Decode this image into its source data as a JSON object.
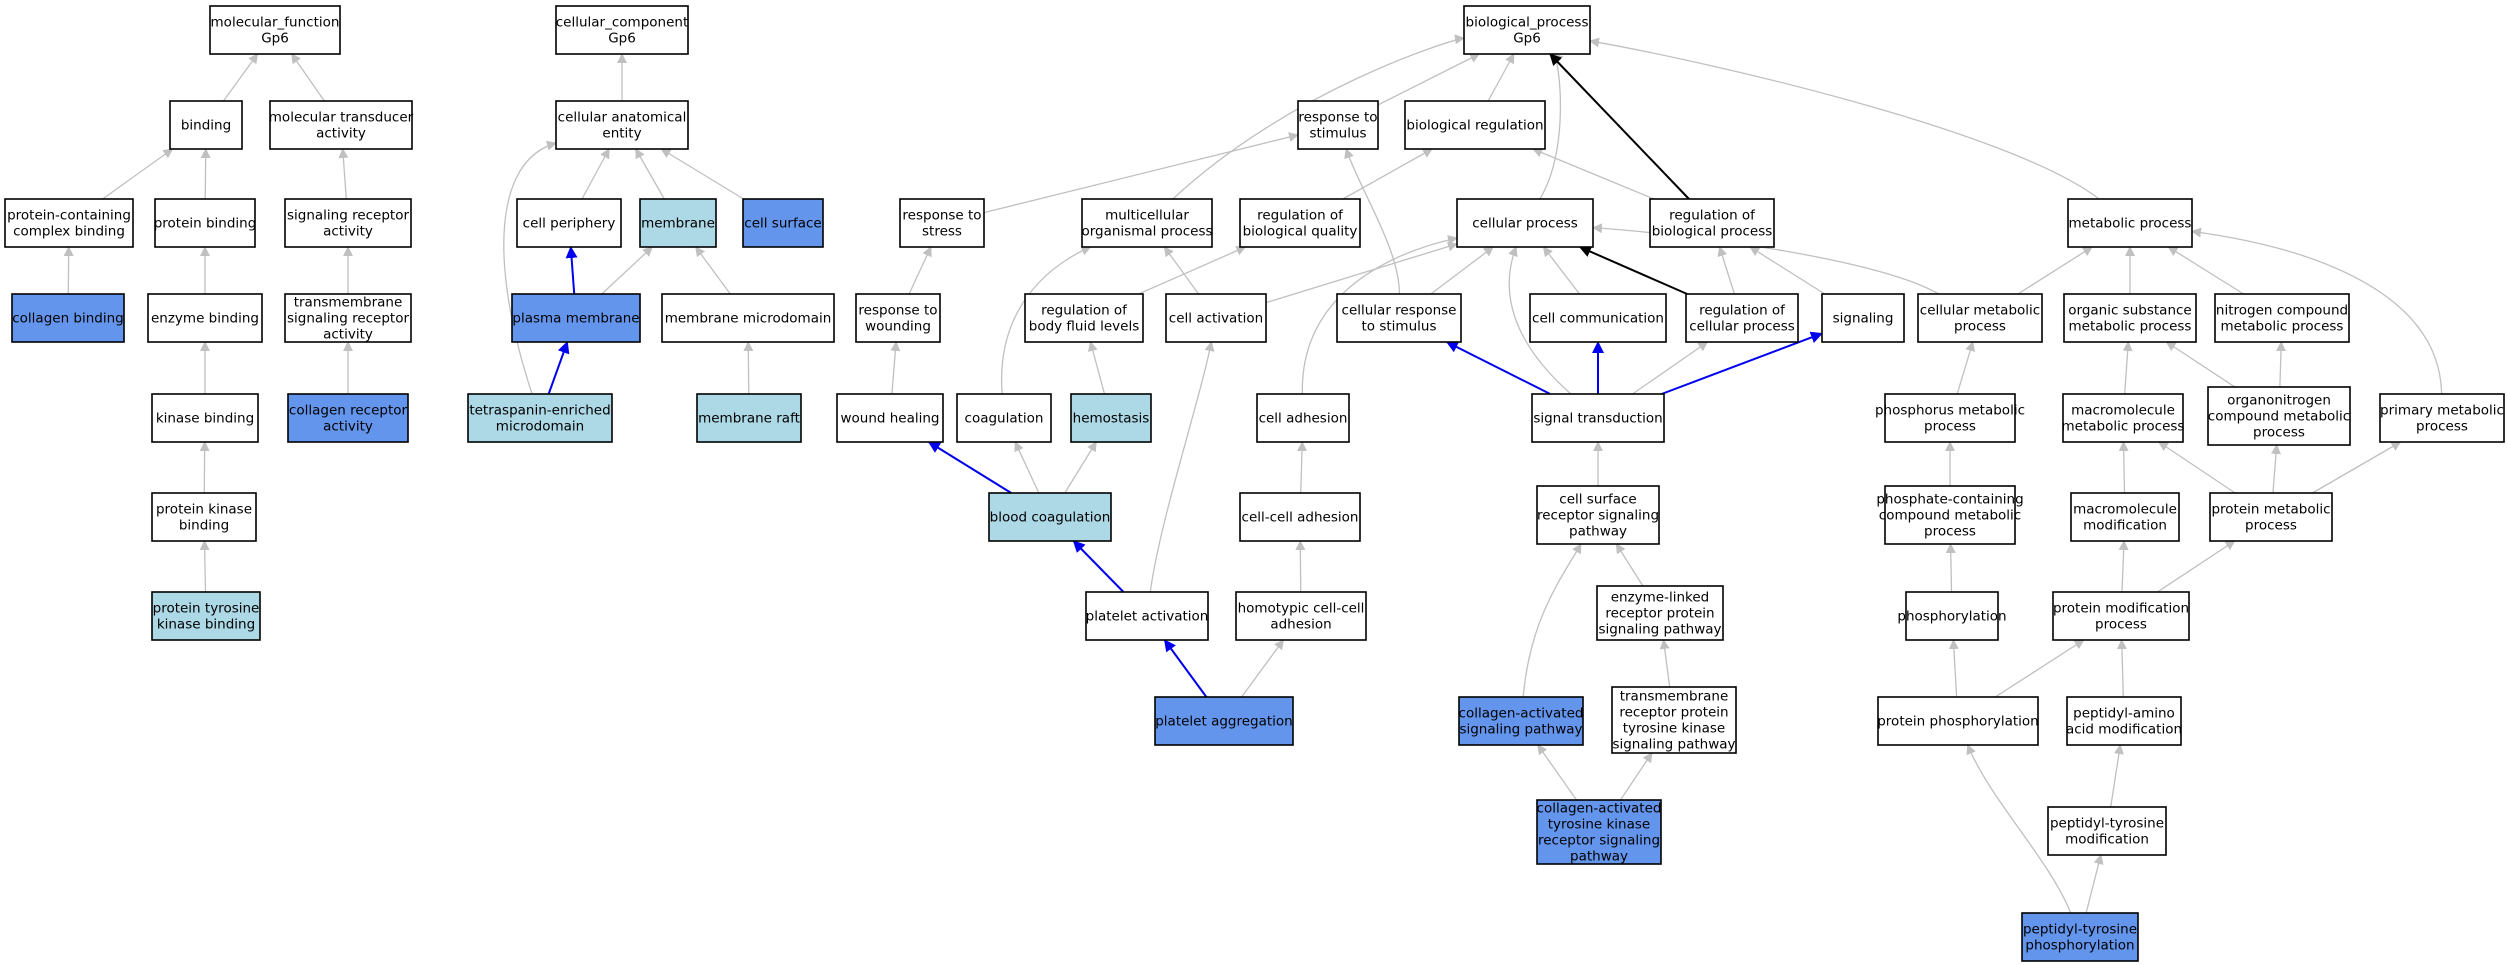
{
  "colors": {
    "white": "#ffffff",
    "light": "#add8e6",
    "blue": "#6495ed",
    "edge_grey": "#c0c0c0",
    "edge_blue": "#0000ee",
    "edge_black": "#000000"
  },
  "nodes": [
    {
      "id": "mf",
      "lines": [
        "molecular_function",
        "Gp6"
      ],
      "fill": "white"
    },
    {
      "id": "binding",
      "lines": [
        "binding"
      ],
      "fill": "white"
    },
    {
      "id": "mtrans",
      "lines": [
        "molecular transducer",
        "activity"
      ],
      "fill": "white"
    },
    {
      "id": "pcbind",
      "lines": [
        "protein-containing",
        "complex binding"
      ],
      "fill": "white"
    },
    {
      "id": "pbind",
      "lines": [
        "protein binding"
      ],
      "fill": "white"
    },
    {
      "id": "sigrec",
      "lines": [
        "signaling receptor",
        "activity"
      ],
      "fill": "white"
    },
    {
      "id": "colbind",
      "lines": [
        "collagen binding"
      ],
      "fill": "blue"
    },
    {
      "id": "enzbind",
      "lines": [
        "enzyme binding"
      ],
      "fill": "white"
    },
    {
      "id": "tmsig",
      "lines": [
        "transmembrane",
        "signaling receptor",
        "activity"
      ],
      "fill": "white"
    },
    {
      "id": "kinbind",
      "lines": [
        "kinase binding"
      ],
      "fill": "white"
    },
    {
      "id": "colrec",
      "lines": [
        "collagen receptor",
        "activity"
      ],
      "fill": "blue"
    },
    {
      "id": "pkbind",
      "lines": [
        "protein kinase",
        "binding"
      ],
      "fill": "white"
    },
    {
      "id": "ptkbind",
      "lines": [
        "protein tyrosine",
        "kinase binding"
      ],
      "fill": "light"
    },
    {
      "id": "cc",
      "lines": [
        "cellular_component",
        "Gp6"
      ],
      "fill": "white"
    },
    {
      "id": "cae",
      "lines": [
        "cellular anatomical",
        "entity"
      ],
      "fill": "white"
    },
    {
      "id": "cperiph",
      "lines": [
        "cell periphery"
      ],
      "fill": "white"
    },
    {
      "id": "membrane",
      "lines": [
        "membrane"
      ],
      "fill": "light"
    },
    {
      "id": "csurf",
      "lines": [
        "cell surface"
      ],
      "fill": "blue"
    },
    {
      "id": "pmem",
      "lines": [
        "plasma membrane"
      ],
      "fill": "blue"
    },
    {
      "id": "mmicro",
      "lines": [
        "membrane microdomain"
      ],
      "fill": "white"
    },
    {
      "id": "tetra",
      "lines": [
        "tetraspanin-enriched",
        "microdomain"
      ],
      "fill": "light"
    },
    {
      "id": "mraft",
      "lines": [
        "membrane raft"
      ],
      "fill": "light"
    },
    {
      "id": "bp",
      "lines": [
        "biological_process",
        "Gp6"
      ],
      "fill": "white"
    },
    {
      "id": "rstim",
      "lines": [
        "response to",
        "stimulus"
      ],
      "fill": "white"
    },
    {
      "id": "breg",
      "lines": [
        "biological regulation"
      ],
      "fill": "white"
    },
    {
      "id": "rstress",
      "lines": [
        "response to",
        "stress"
      ],
      "fill": "white"
    },
    {
      "id": "mop",
      "lines": [
        "multicellular",
        "organismal process"
      ],
      "fill": "white"
    },
    {
      "id": "rbq",
      "lines": [
        "regulation of",
        "biological quality"
      ],
      "fill": "white"
    },
    {
      "id": "cproc",
      "lines": [
        "cellular process"
      ],
      "fill": "white"
    },
    {
      "id": "rbp",
      "lines": [
        "regulation of",
        "biological process"
      ],
      "fill": "white"
    },
    {
      "id": "metab",
      "lines": [
        "metabolic process"
      ],
      "fill": "white"
    },
    {
      "id": "rwound",
      "lines": [
        "response to",
        "wounding"
      ],
      "fill": "white"
    },
    {
      "id": "rbfl",
      "lines": [
        "regulation of",
        "body fluid levels"
      ],
      "fill": "white"
    },
    {
      "id": "cact",
      "lines": [
        "cell activation"
      ],
      "fill": "white"
    },
    {
      "id": "crstim",
      "lines": [
        "cellular response",
        "to stimulus"
      ],
      "fill": "white"
    },
    {
      "id": "ccomm",
      "lines": [
        "cell communication"
      ],
      "fill": "white"
    },
    {
      "id": "rcp",
      "lines": [
        "regulation of",
        "cellular process"
      ],
      "fill": "white"
    },
    {
      "id": "signaling",
      "lines": [
        "signaling"
      ],
      "fill": "white"
    },
    {
      "id": "cmp",
      "lines": [
        "cellular metabolic",
        "process"
      ],
      "fill": "white"
    },
    {
      "id": "osmp",
      "lines": [
        "organic substance",
        "metabolic process"
      ],
      "fill": "white"
    },
    {
      "id": "ncmp",
      "lines": [
        "nitrogen compound",
        "metabolic process"
      ],
      "fill": "white"
    },
    {
      "id": "wheal",
      "lines": [
        "wound healing"
      ],
      "fill": "white"
    },
    {
      "id": "coag",
      "lines": [
        "coagulation"
      ],
      "fill": "white"
    },
    {
      "id": "hemo",
      "lines": [
        "hemostasis"
      ],
      "fill": "light"
    },
    {
      "id": "cadh",
      "lines": [
        "cell adhesion"
      ],
      "fill": "white"
    },
    {
      "id": "strans",
      "lines": [
        "signal transduction"
      ],
      "fill": "white"
    },
    {
      "id": "phmp",
      "lines": [
        "phosphorus metabolic",
        "process"
      ],
      "fill": "white"
    },
    {
      "id": "mmp",
      "lines": [
        "macromolecule",
        "metabolic process"
      ],
      "fill": "white"
    },
    {
      "id": "oncmp",
      "lines": [
        "organonitrogen",
        "compound metabolic",
        "process"
      ],
      "fill": "white"
    },
    {
      "id": "pmp",
      "lines": [
        "primary metabolic",
        "process"
      ],
      "fill": "white"
    },
    {
      "id": "bcoag",
      "lines": [
        "blood coagulation"
      ],
      "fill": "light"
    },
    {
      "id": "ccadh",
      "lines": [
        "cell-cell adhesion"
      ],
      "fill": "white"
    },
    {
      "id": "csrsp",
      "lines": [
        "cell surface",
        "receptor signaling",
        "pathway"
      ],
      "fill": "white"
    },
    {
      "id": "pccmp",
      "lines": [
        "phosphate-containing",
        "compound metabolic",
        "process"
      ],
      "fill": "white"
    },
    {
      "id": "mmod",
      "lines": [
        "macromolecule",
        "modification"
      ],
      "fill": "white"
    },
    {
      "id": "promp",
      "lines": [
        "protein metabolic",
        "process"
      ],
      "fill": "white"
    },
    {
      "id": "pact",
      "lines": [
        "platelet activation"
      ],
      "fill": "white"
    },
    {
      "id": "hcca",
      "lines": [
        "homotypic cell-cell",
        "adhesion"
      ],
      "fill": "white"
    },
    {
      "id": "elrp",
      "lines": [
        "enzyme-linked",
        "receptor protein",
        "signaling pathway"
      ],
      "fill": "white"
    },
    {
      "id": "phos",
      "lines": [
        "phosphorylation"
      ],
      "fill": "white"
    },
    {
      "id": "pmodp",
      "lines": [
        "protein modification",
        "process"
      ],
      "fill": "white"
    },
    {
      "id": "pagg",
      "lines": [
        "platelet aggregation"
      ],
      "fill": "blue"
    },
    {
      "id": "casp",
      "lines": [
        "collagen-activated",
        "signaling pathway"
      ],
      "fill": "blue"
    },
    {
      "id": "tmrptk",
      "lines": [
        "transmembrane",
        "receptor protein",
        "tyrosine kinase",
        "signaling pathway"
      ],
      "fill": "white"
    },
    {
      "id": "pphos",
      "lines": [
        "protein phosphorylation"
      ],
      "fill": "white"
    },
    {
      "id": "paam",
      "lines": [
        "peptidyl-amino",
        "acid modification"
      ],
      "fill": "white"
    },
    {
      "id": "catk",
      "lines": [
        "collagen-activated",
        "tyrosine kinase",
        "receptor signaling",
        "pathway"
      ],
      "fill": "blue"
    },
    {
      "id": "ptmod",
      "lines": [
        "peptidyl-tyrosine",
        "modification"
      ],
      "fill": "white"
    },
    {
      "id": "ptphos",
      "lines": [
        "peptidyl-tyrosine",
        "phosphorylation"
      ],
      "fill": "blue"
    }
  ],
  "edges": [
    {
      "from": "binding",
      "to": "mf",
      "color": "grey"
    },
    {
      "from": "mtrans",
      "to": "mf",
      "color": "grey"
    },
    {
      "from": "pcbind",
      "to": "binding",
      "color": "grey"
    },
    {
      "from": "pbind",
      "to": "binding",
      "color": "grey"
    },
    {
      "from": "sigrec",
      "to": "mtrans",
      "color": "grey"
    },
    {
      "from": "colbind",
      "to": "pcbind",
      "color": "grey"
    },
    {
      "from": "enzbind",
      "to": "pbind",
      "color": "grey"
    },
    {
      "from": "tmsig",
      "to": "sigrec",
      "color": "grey"
    },
    {
      "from": "kinbind",
      "to": "enzbind",
      "color": "grey"
    },
    {
      "from": "colrec",
      "to": "tmsig",
      "color": "grey"
    },
    {
      "from": "pkbind",
      "to": "kinbind",
      "color": "grey"
    },
    {
      "from": "ptkbind",
      "to": "pkbind",
      "color": "grey"
    },
    {
      "from": "cae",
      "to": "cc",
      "color": "grey"
    },
    {
      "from": "cperiph",
      "to": "cae",
      "color": "grey"
    },
    {
      "from": "membrane",
      "to": "cae",
      "color": "grey"
    },
    {
      "from": "csurf",
      "to": "cae",
      "color": "grey"
    },
    {
      "from": "tetra",
      "to": "cae",
      "color": "grey"
    },
    {
      "from": "pmem",
      "to": "cperiph",
      "color": "blue"
    },
    {
      "from": "pmem",
      "to": "membrane",
      "color": "grey"
    },
    {
      "from": "mmicro",
      "to": "membrane",
      "color": "grey"
    },
    {
      "from": "tetra",
      "to": "pmem",
      "color": "blue"
    },
    {
      "from": "mraft",
      "to": "mmicro",
      "color": "grey"
    },
    {
      "from": "rstim",
      "to": "bp",
      "color": "grey"
    },
    {
      "from": "breg",
      "to": "bp",
      "color": "grey"
    },
    {
      "from": "mop",
      "to": "bp",
      "color": "grey"
    },
    {
      "from": "cproc",
      "to": "bp",
      "color": "grey"
    },
    {
      "from": "rbp",
      "to": "bp",
      "color": "black"
    },
    {
      "from": "metab",
      "to": "bp",
      "color": "grey"
    },
    {
      "from": "rstress",
      "to": "rstim",
      "color": "grey"
    },
    {
      "from": "rbq",
      "to": "breg",
      "color": "grey"
    },
    {
      "from": "rbp",
      "to": "breg",
      "color": "grey"
    },
    {
      "from": "crstim",
      "to": "rstim",
      "color": "grey"
    },
    {
      "from": "rwound",
      "to": "rstress",
      "color": "grey"
    },
    {
      "from": "rbfl",
      "to": "rbq",
      "color": "grey"
    },
    {
      "from": "cact",
      "to": "mop",
      "color": "grey"
    },
    {
      "from": "coag",
      "to": "mop",
      "color": "grey"
    },
    {
      "from": "cact",
      "to": "cproc",
      "color": "grey"
    },
    {
      "from": "crstim",
      "to": "cproc",
      "color": "grey"
    },
    {
      "from": "ccomm",
      "to": "cproc",
      "color": "grey"
    },
    {
      "from": "rcp",
      "to": "cproc",
      "color": "black"
    },
    {
      "from": "cmp",
      "to": "cproc",
      "color": "grey"
    },
    {
      "from": "cadh",
      "to": "cproc",
      "color": "grey"
    },
    {
      "from": "strans",
      "to": "cproc",
      "color": "grey"
    },
    {
      "from": "rcp",
      "to": "rbp",
      "color": "grey"
    },
    {
      "from": "signaling",
      "to": "rbp",
      "color": "grey"
    },
    {
      "from": "cmp",
      "to": "metab",
      "color": "grey"
    },
    {
      "from": "osmp",
      "to": "metab",
      "color": "grey"
    },
    {
      "from": "ncmp",
      "to": "metab",
      "color": "grey"
    },
    {
      "from": "pmp",
      "to": "metab",
      "color": "grey"
    },
    {
      "from": "wheal",
      "to": "rwound",
      "color": "grey"
    },
    {
      "from": "hemo",
      "to": "rbfl",
      "color": "grey"
    },
    {
      "from": "pact",
      "to": "cact",
      "color": "grey"
    },
    {
      "from": "strans",
      "to": "crstim",
      "color": "blue"
    },
    {
      "from": "strans",
      "to": "ccomm",
      "color": "blue"
    },
    {
      "from": "strans",
      "to": "rcp",
      "color": "grey"
    },
    {
      "from": "strans",
      "to": "signaling",
      "color": "blue"
    },
    {
      "from": "phmp",
      "to": "cmp",
      "color": "grey"
    },
    {
      "from": "mmp",
      "to": "osmp",
      "color": "grey"
    },
    {
      "from": "oncmp",
      "to": "osmp",
      "color": "grey"
    },
    {
      "from": "oncmp",
      "to": "ncmp",
      "color": "grey"
    },
    {
      "from": "promp",
      "to": "mmp",
      "color": "grey"
    },
    {
      "from": "promp",
      "to": "oncmp",
      "color": "grey"
    },
    {
      "from": "promp",
      "to": "pmp",
      "color": "grey"
    },
    {
      "from": "bcoag",
      "to": "wheal",
      "color": "blue"
    },
    {
      "from": "bcoag",
      "to": "coag",
      "color": "grey"
    },
    {
      "from": "bcoag",
      "to": "hemo",
      "color": "grey"
    },
    {
      "from": "ccadh",
      "to": "cadh",
      "color": "grey"
    },
    {
      "from": "csrsp",
      "to": "strans",
      "color": "grey"
    },
    {
      "from": "pccmp",
      "to": "phmp",
      "color": "grey"
    },
    {
      "from": "mmod",
      "to": "mmp",
      "color": "grey"
    },
    {
      "from": "pmodp",
      "to": "mmod",
      "color": "grey"
    },
    {
      "from": "pmodp",
      "to": "promp",
      "color": "grey"
    },
    {
      "from": "pact",
      "to": "bcoag",
      "color": "blue"
    },
    {
      "from": "hcca",
      "to": "ccadh",
      "color": "grey"
    },
    {
      "from": "elrp",
      "to": "csrsp",
      "color": "grey"
    },
    {
      "from": "casp",
      "to": "csrsp",
      "color": "grey"
    },
    {
      "from": "phos",
      "to": "pccmp",
      "color": "grey"
    },
    {
      "from": "pagg",
      "to": "pact",
      "color": "blue"
    },
    {
      "from": "pagg",
      "to": "hcca",
      "color": "grey"
    },
    {
      "from": "tmrptk",
      "to": "elrp",
      "color": "grey"
    },
    {
      "from": "pphos",
      "to": "phos",
      "color": "grey"
    },
    {
      "from": "pphos",
      "to": "pmodp",
      "color": "grey"
    },
    {
      "from": "paam",
      "to": "pmodp",
      "color": "grey"
    },
    {
      "from": "catk",
      "to": "casp",
      "color": "grey"
    },
    {
      "from": "catk",
      "to": "tmrptk",
      "color": "grey"
    },
    {
      "from": "ptmod",
      "to": "paam",
      "color": "grey"
    },
    {
      "from": "ptphos",
      "to": "pphos",
      "color": "grey"
    },
    {
      "from": "ptphos",
      "to": "ptmod",
      "color": "grey"
    }
  ]
}
